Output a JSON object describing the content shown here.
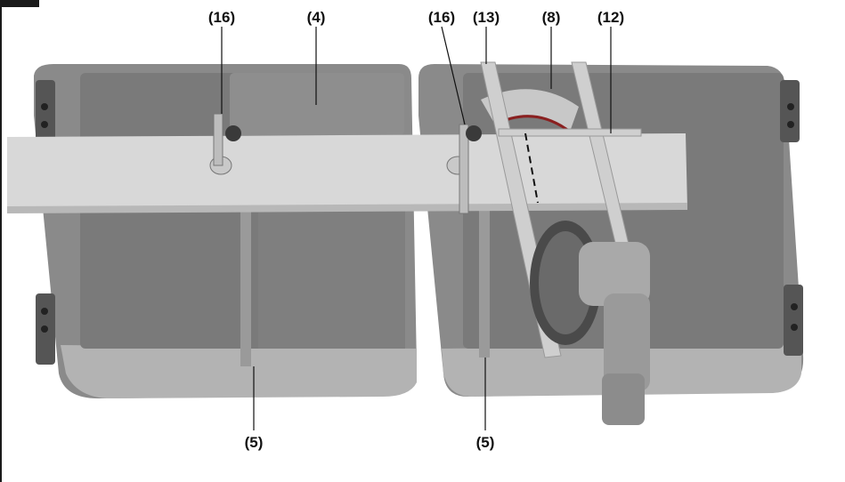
{
  "callouts": [
    {
      "id": "c16a",
      "label": "(16)"
    },
    {
      "id": "c4",
      "label": "(4)"
    },
    {
      "id": "c16b",
      "label": "(16)"
    },
    {
      "id": "c13",
      "label": "(13)"
    },
    {
      "id": "c8",
      "label": "(8)"
    },
    {
      "id": "c12",
      "label": "(12)"
    },
    {
      "id": "c5a",
      "label": "(5)"
    },
    {
      "id": "c5b",
      "label": "(5)"
    }
  ],
  "colors": {
    "case_light": "#b9b9b9",
    "case_mid": "#9c9c9c",
    "case_dark": "#6f6f6f",
    "panel": "#7d7d7d",
    "board": "#d6d6d6",
    "rail": "#cfcfcf",
    "metal": "#3c3c3c"
  }
}
